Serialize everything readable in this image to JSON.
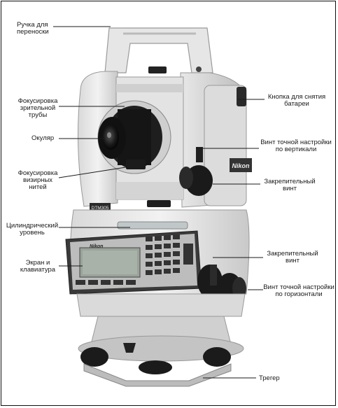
{
  "labels": {
    "handle": [
      "Ручка для",
      "переноски"
    ],
    "battery_button": [
      "Кнопка для снятия",
      "батареи"
    ],
    "telescope_focus": [
      "Фокусировка",
      "зрительной",
      "трубы"
    ],
    "eyepiece": "Окуляр",
    "vertical_fine": [
      "Винт точной настройки",
      "по вертикали"
    ],
    "reticle_focus": [
      "Фокусировка",
      "визирных",
      "нитей"
    ],
    "vertical_clamp": [
      "Закрепительный",
      "винт"
    ],
    "circular_level": [
      "Цилиндрический",
      "уровень"
    ],
    "display_keyboard": [
      "Экран и",
      "клавиатура"
    ],
    "horizontal_clamp": [
      "Закрепительный",
      "винт"
    ],
    "horizontal_fine": [
      "Винт точной настройки",
      "по горизонтали"
    ],
    "tribrach": "Трегер"
  },
  "device": {
    "brand": "Nikon",
    "model": "DTM305"
  }
}
